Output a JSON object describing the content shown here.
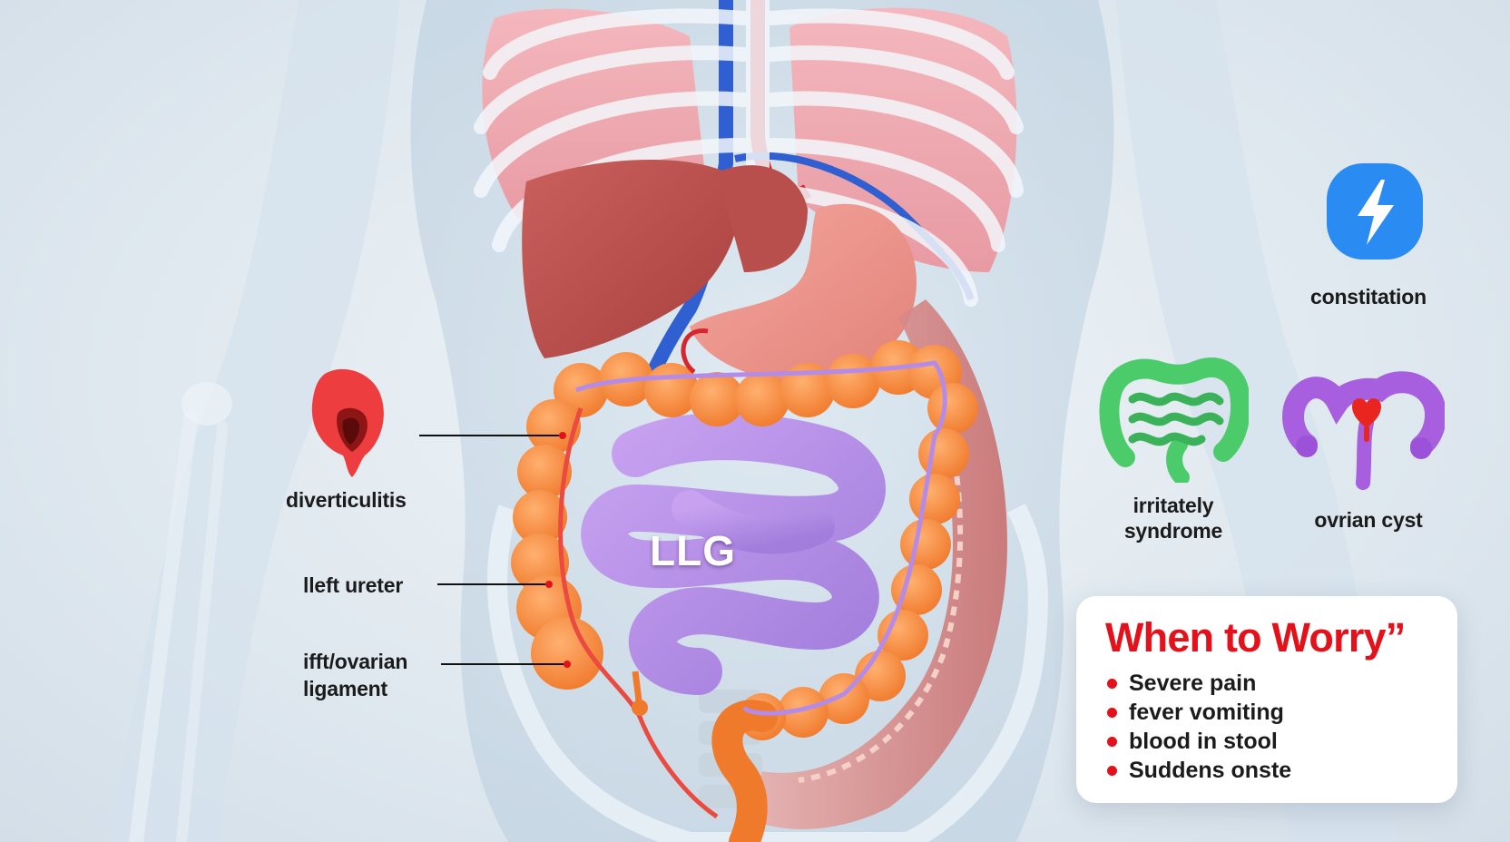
{
  "labels": {
    "diverticulitis": "diverticulitis",
    "left_ureter": "lleft ureter",
    "ovarian_ligament_line1": "ifft/ovarian",
    "ovarian_ligament_line2": "ligament",
    "center": "LLG",
    "constipation": "constitation",
    "ibs_line1": "irritately",
    "ibs_line2": "syndrome",
    "ovarian_cyst": "ovrian cyst"
  },
  "icons": {
    "constipation": "lightning-icon",
    "diverticulitis": "diverticulum-icon",
    "ibs": "wavy-colon-icon",
    "ovarian_cyst": "uterus-icon"
  },
  "worry": {
    "title": "When to Worry”",
    "items": [
      "Severe pain",
      "fever vomiting",
      "blood in stool",
      "Suddens onste"
    ]
  },
  "colors": {
    "accent_red": "#e4111b",
    "colon_orange": "#f58a3c",
    "intestine_purple": "#b58ee6",
    "lightning_blue": "#2a8cf2",
    "ibs_green": "#4ccb6a",
    "uterus_purple": "#a75fe0"
  }
}
